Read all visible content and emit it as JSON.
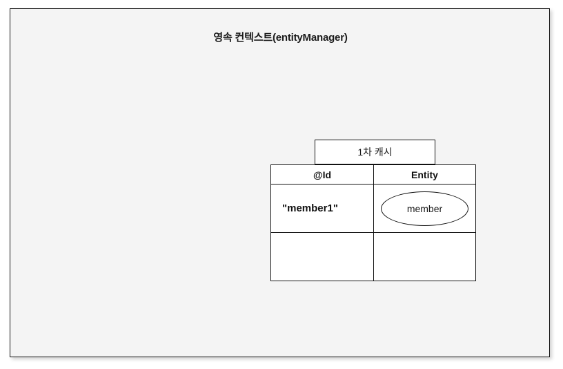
{
  "diagram": {
    "title": "영속 컨텍스트(entityManager)",
    "background_color": "#f4f4f4",
    "border_color": "#151515",
    "cache": {
      "label": "1차 캐시",
      "table": {
        "headers": [
          "@Id",
          "Entity"
        ],
        "rows": [
          {
            "id": "\"member1\"",
            "entity": "member"
          },
          {
            "id": "",
            "entity": ""
          }
        ]
      }
    }
  }
}
